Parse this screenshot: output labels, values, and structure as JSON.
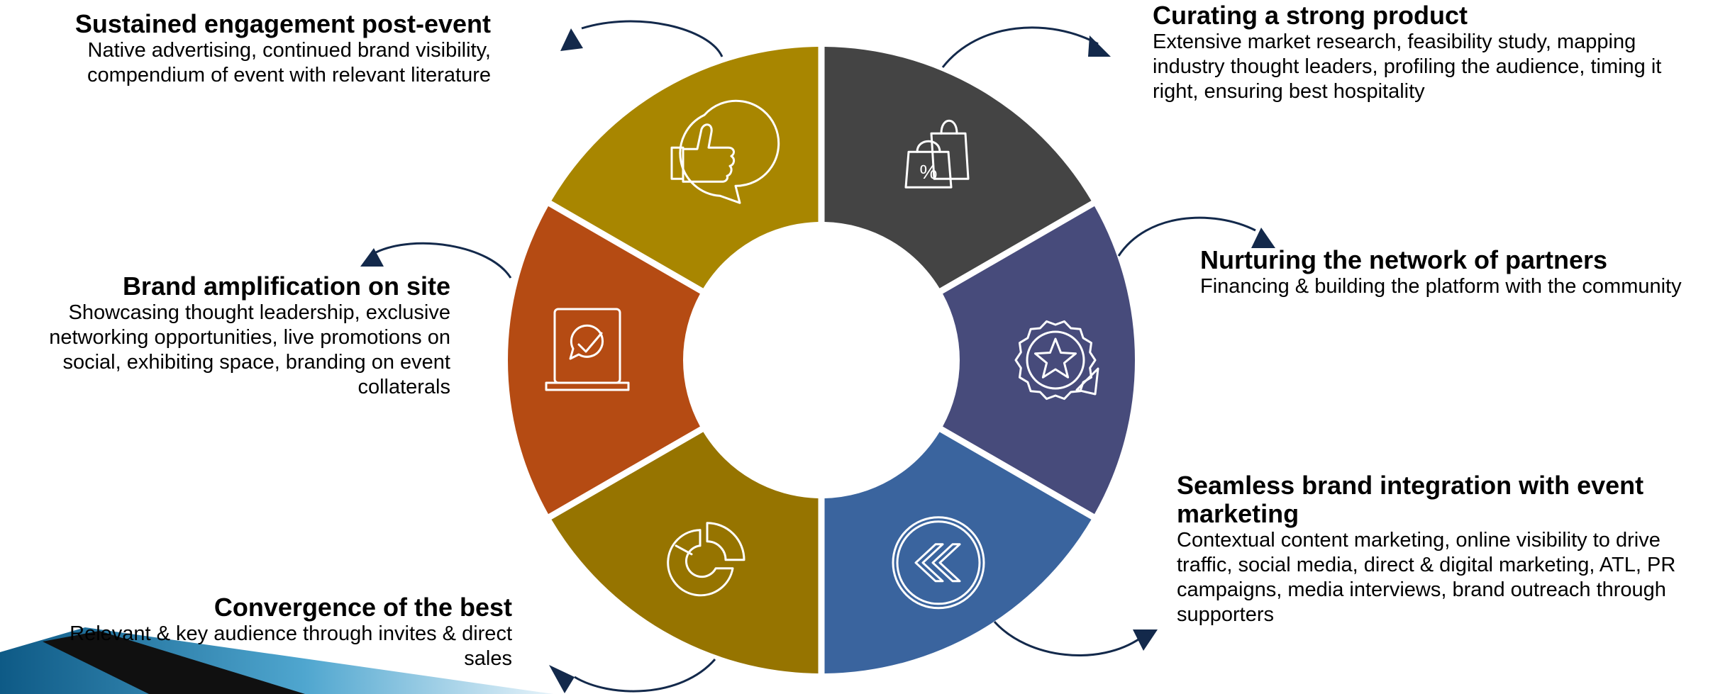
{
  "segments": [
    {
      "name": "curating",
      "color": "#444444",
      "icon": "shopping-bags-icon",
      "a0": 0,
      "a1": 60
    },
    {
      "name": "nurturing",
      "color": "#474B7B",
      "icon": "star-badge-sticker-icon",
      "a0": 60,
      "a1": 120
    },
    {
      "name": "seamless",
      "color": "#3A649E",
      "icon": "double-chevron-left-icon",
      "a0": 120,
      "a1": 180
    },
    {
      "name": "convergence",
      "color": "#967400",
      "icon": "pie-chart-icon",
      "a0": 180,
      "a1": 240
    },
    {
      "name": "amplification",
      "color": "#B54B13",
      "icon": "laptop-check-icon",
      "a0": 240,
      "a1": 300
    },
    {
      "name": "sustained",
      "color": "#A88600",
      "icon": "thumbs-up-chat-icon",
      "a0": 300,
      "a1": 360
    }
  ],
  "blocks": {
    "sustained": {
      "title": "Sustained engagement post-event",
      "desc": "Native advertising, continued brand visibility, compendium of event with relevant literature"
    },
    "amplification": {
      "title": "Brand amplification on site",
      "desc": "Showcasing thought leadership, exclusive networking opportunities, live promotions on social, exhibiting space, branding on event collaterals"
    },
    "convergence": {
      "title": "Convergence of the best",
      "desc": "Relevant & key audience through invites & direct sales"
    },
    "curating": {
      "title": "Curating a strong product",
      "desc": "Extensive market research, feasibility study, mapping industry thought leaders, profiling the audience, timing it right, ensuring best hospitality"
    },
    "nurturing": {
      "title": "Nurturing the network of partners",
      "desc": "Financing & building the platform with the community"
    },
    "seamless": {
      "title": "Seamless brand integration with event marketing",
      "desc": "Contextual content marketing, online visibility to drive traffic, social media, direct & digital marketing, ATL, PR campaigns, media interviews, brand outreach through supporters"
    }
  },
  "colors": {
    "arrow": "#13294B",
    "corner_accent": "#1B6E9E"
  }
}
